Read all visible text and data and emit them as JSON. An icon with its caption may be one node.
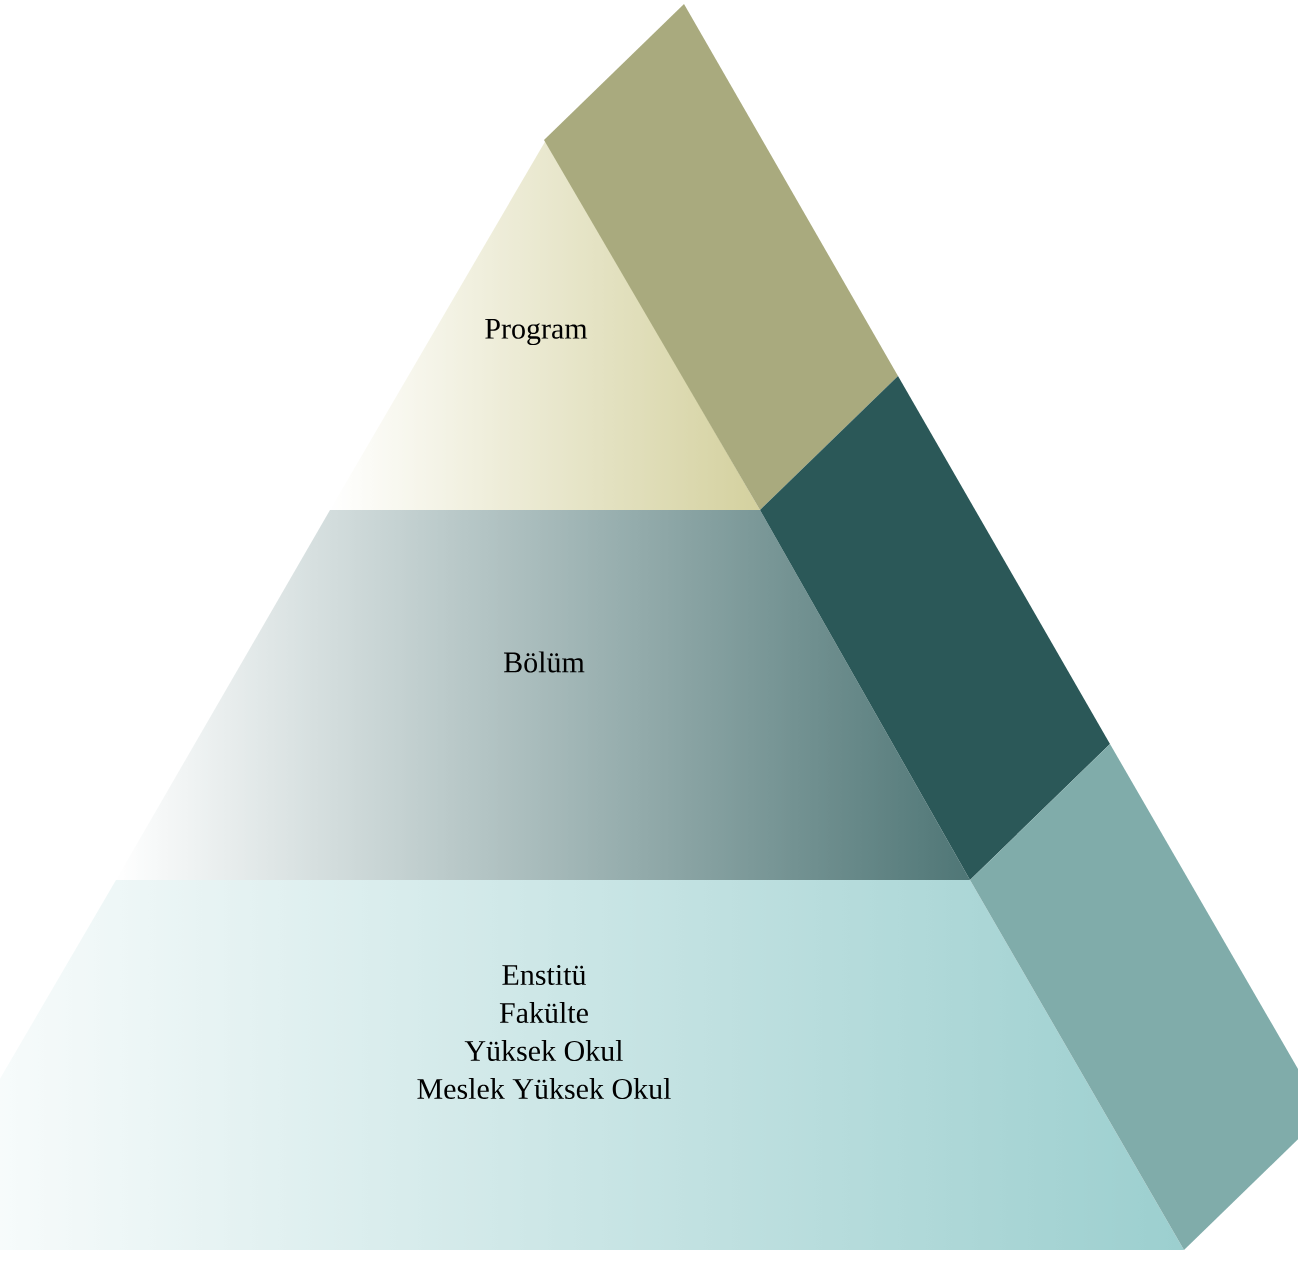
{
  "diagram": {
    "nodes": [
      {
        "text": [
          "Program"
        ]
      },
      {
        "text": [
          "Bölüm"
        ]
      },
      {
        "text": [
          "Enstitü",
          "Fakülte",
          "Yüksek Okul",
          "Meslek Yüksek Okul"
        ]
      },
      {
        "text": [],
        "shape": "bar"
      },
      {
        "text": [],
        "shape": "bar"
      },
      {
        "text": [],
        "shape": "bar"
      }
    ]
  }
}
